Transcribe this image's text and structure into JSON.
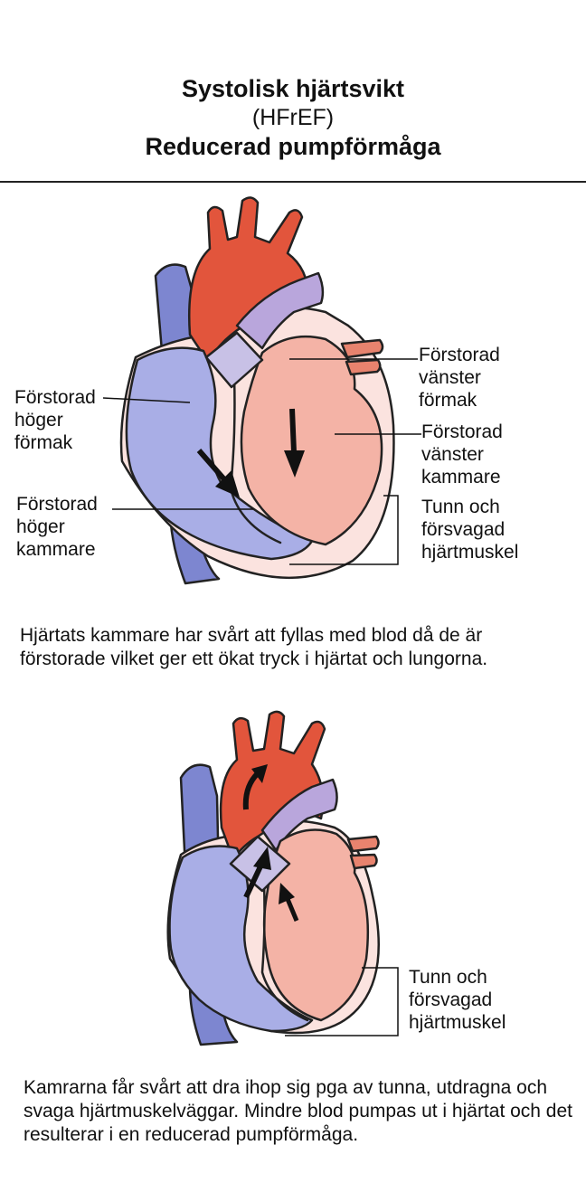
{
  "header": {
    "title": "Systolisk hjärtsvikt",
    "subtitle": "(HFrEF)",
    "tagline": "Reducerad pumpförmåga"
  },
  "figure1": {
    "labels": {
      "right_atrium": [
        "Förstorad",
        "höger",
        "förmak"
      ],
      "right_ventricle": [
        "Förstorad",
        "höger",
        "kammare"
      ],
      "left_atrium": [
        "Förstorad",
        "vänster",
        "förmak"
      ],
      "left_ventricle": [
        "Förstorad",
        "vänster",
        "kammare"
      ],
      "muscle": [
        "Tunn och",
        "försvagad",
        "hjärtmuskel"
      ]
    },
    "caption": "Hjärtats kammare har svårt att fyllas med blod då de är förstorade vilket ger ett ökat tryck i hjärtat och lungorna."
  },
  "figure2": {
    "labels": {
      "muscle": [
        "Tunn och",
        "försvagad",
        "hjärtmuskel"
      ]
    },
    "caption": "Kamrarna får svårt att dra ihop sig pga av tunna, utdragna och svaga hjärtmuskelväggar. Mindre blod pumpas ut i hjärtat och det resulterar i en reducerad pumpförmåga."
  },
  "colors": {
    "aorta_red": "#e2553c",
    "right_heart_blue": "#a9aee6",
    "vein_blue": "#7d86d0",
    "left_heart_pink": "#f4b3a6",
    "pulmonary_purple": "#b9a6dc",
    "outline": "#222222"
  }
}
